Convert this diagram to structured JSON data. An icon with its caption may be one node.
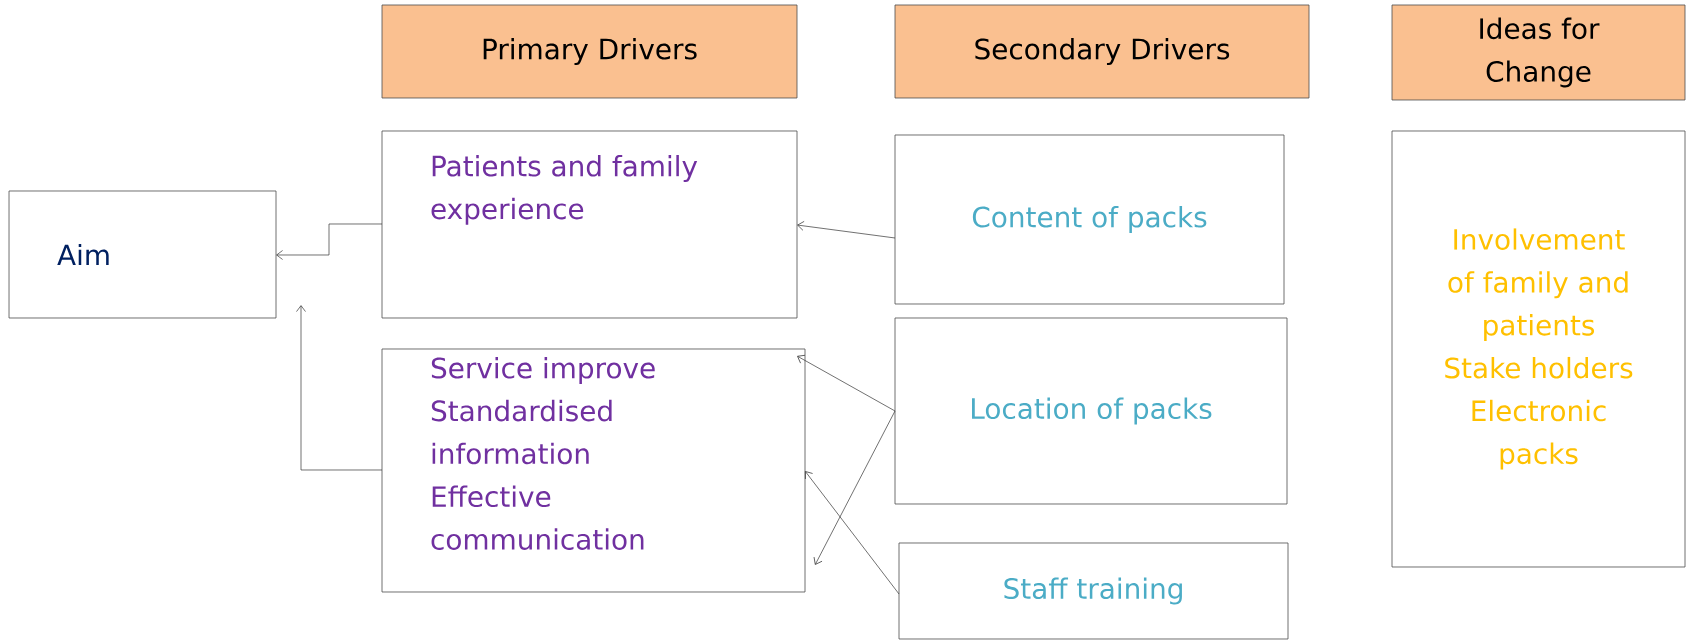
{
  "diagram": {
    "nodes": [
      {
        "text": [
          "Primary Drivers"
        ]
      },
      {
        "text": [
          "Secondary Drivers"
        ]
      },
      {
        "text": [
          "Ideas for Change"
        ]
      },
      {
        "text": [
          "Aim"
        ]
      },
      {
        "text": [
          "Patients and family experience"
        ]
      },
      {
        "text": [
          "Service improve",
          "Standardised information",
          "Effective communication"
        ]
      },
      {
        "text": [
          "Content of packs"
        ]
      },
      {
        "text": [
          "Location of packs"
        ]
      },
      {
        "text": [
          "Staff training"
        ]
      },
      {
        "text": [
          "Involvement of family and patients",
          "Stake holders",
          "Electronic packs"
        ]
      }
    ],
    "edges": [
      {
        "from": 4,
        "to": 3,
        "arrow": "to"
      },
      {
        "from": 5,
        "to": 3,
        "arrow": "to"
      },
      {
        "from": 6,
        "to": 4,
        "arrow": "to"
      },
      {
        "from": 7,
        "to": 5,
        "arrow": "to"
      },
      {
        "from": 7,
        "to": 5,
        "arrow": "to"
      },
      {
        "from": 8,
        "to": 5,
        "arrow": "to"
      }
    ]
  }
}
